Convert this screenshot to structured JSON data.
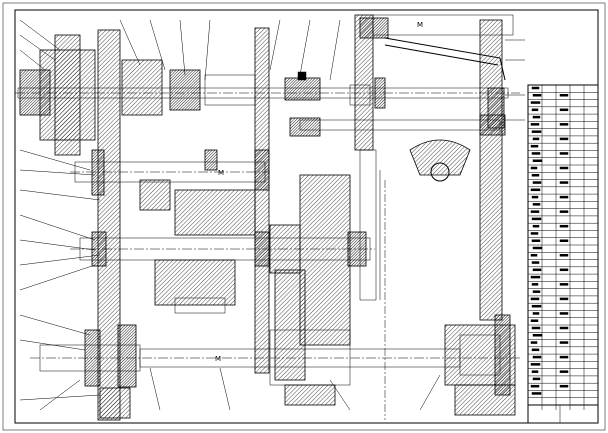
{
  "drawing": {
    "labels": {
      "top_callout": "M",
      "mid_callout": "M",
      "bottom_callout": "M"
    }
  },
  "title_block": {
    "rows": 44
  }
}
